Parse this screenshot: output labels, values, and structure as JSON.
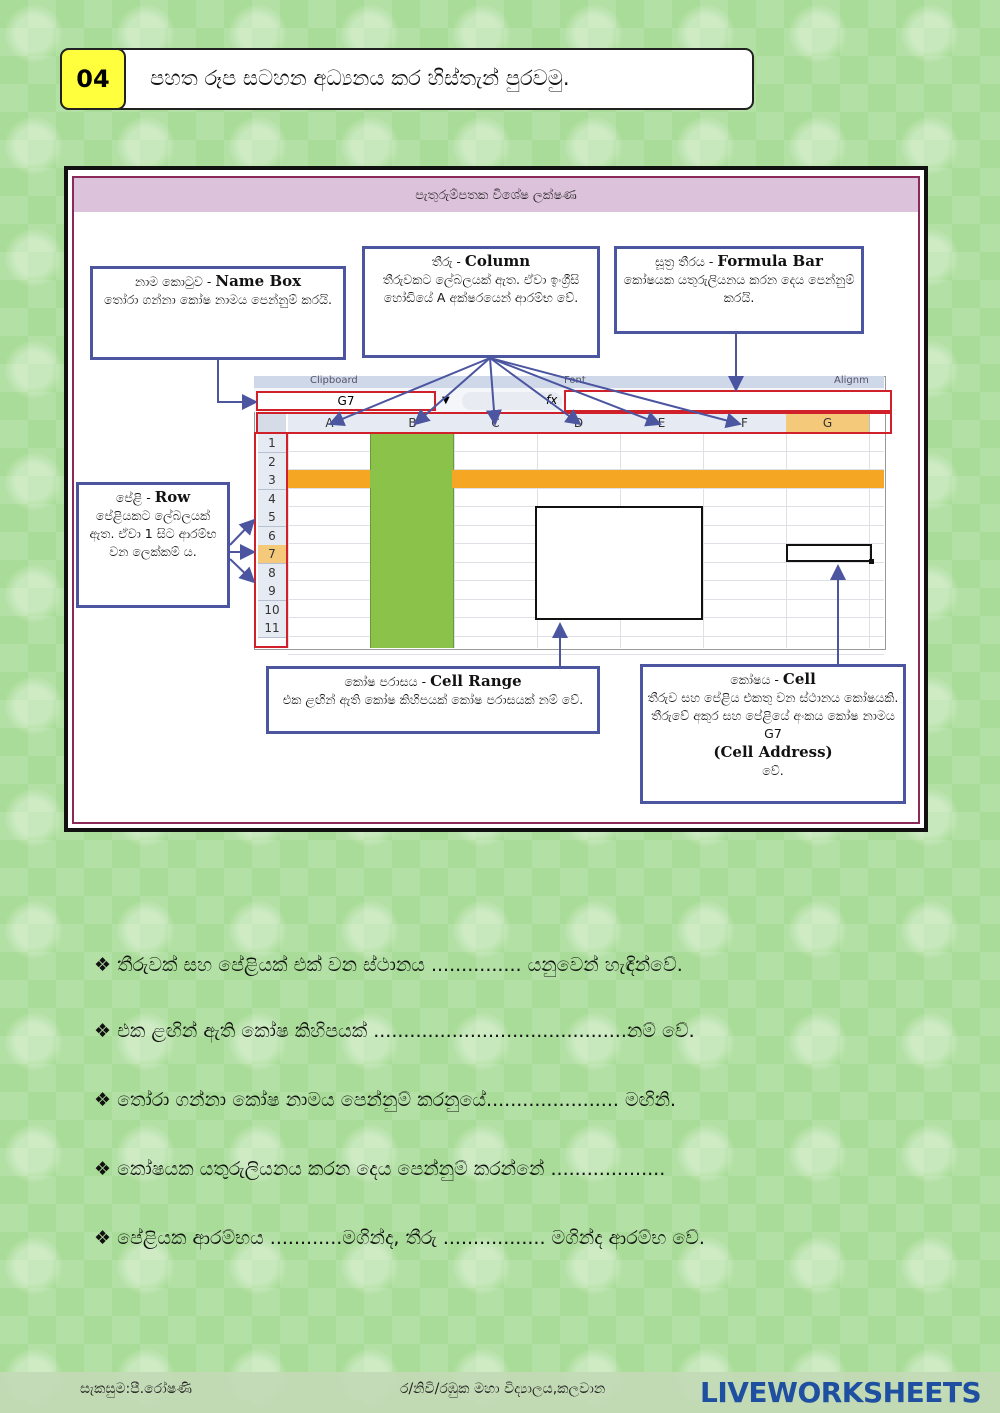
{
  "header": {
    "number": "04",
    "instruction": "පහත රූප සටහන අධ්‍යනය කර හිස්තැන් පුරවමු."
  },
  "figure": {
    "title": "පැතුරුම්පතක විශේෂ ලක්ෂණ",
    "callouts": {
      "namebox": {
        "si": "නාම කොටුව -",
        "en": "Name Box",
        "desc": "තෝරා ගන්නා කෝෂ නාමය පෙන්නුම් කරයි."
      },
      "column": {
        "si": "තීරු -",
        "en": "Column",
        "desc": "තීරුවකට ලේබලයක් ඇත. ඒවා ඉංග්‍රීසි හෝඩියේ A අක්ෂරයෙන් ආරම්භ වේ."
      },
      "formula": {
        "si": "සූත්‍ර තීරය -",
        "en": "Formula Bar",
        "desc": "කෝෂයක යතුරුලියනය කරන දෙය පෙන්නුම් කරයි."
      },
      "row": {
        "si": "පේළි -",
        "en": "Row",
        "desc": "පේළියකට ලේබලයක් ඇත. ඒවා 1 සිට ආරම්භ වන ලෙක්කම් ය."
      },
      "range": {
        "si": "කෝෂ පරාසය -",
        "en": "Cell Range",
        "desc": "එක ළඟින් ඇති කෝෂ කිහිපයක් කෝෂ පරාසයක් නම් වේ."
      },
      "cell": {
        "si": "කෝෂය -",
        "en": "Cell",
        "desc": "තීරුව සහ පේළිය එකතු වන ස්ථානය කෝෂයකි. තීරුවේ අකුර සහ පේළියේ අංකය කෝෂ නාමය G7",
        "addr": "(Cell Address)",
        "end": "වේ."
      }
    },
    "sheet": {
      "ribbon": {
        "clipboard": "Clipboard",
        "font": "Font",
        "align": "Alignm"
      },
      "namebox_value": "G7",
      "fx": "fx",
      "columns": [
        "A",
        "B",
        "C",
        "D",
        "E",
        "F",
        "G"
      ],
      "rows": [
        "1",
        "2",
        "3",
        "4",
        "5",
        "6",
        "7",
        "8",
        "9",
        "10",
        "11"
      ]
    }
  },
  "questions": [
    "❖ තීරුවක් සහ පේළියක් එක් වන ස්ථානය ............... යනුවෙන් හැඳින්වේ.",
    "❖ එක ළඟින් ඇති කෝෂ කිහිපයක් ..........................................නම් වේ.",
    "❖ තෝරා ගන්නා කෝෂ නාමය පෙන්නුම් කරනුයේ...................... මඟිනි.",
    "❖ කෝෂයක යතුරුලියනය කරන දෙය පෙන්නුම් කරන්නේ ...................",
    "❖ පේළියක ආරම්භය ............මගින්ද, තීරු ................. මගින්ද ආරම්භ වේ."
  ],
  "footer": {
    "author": "සැකසුම:පී.රෝෂණි",
    "school": "ර/නිවි/රඹුක මහා විද්‍යාලය,කලවාන",
    "brand": "LIVEWORKSHEETS"
  },
  "colors": {
    "accent_yellow": "#ffff3d",
    "callout_border": "#4b55a0",
    "highlight_orange": "#f5a623",
    "range_green": "#8bc34a",
    "red_box": "#d0202a"
  }
}
